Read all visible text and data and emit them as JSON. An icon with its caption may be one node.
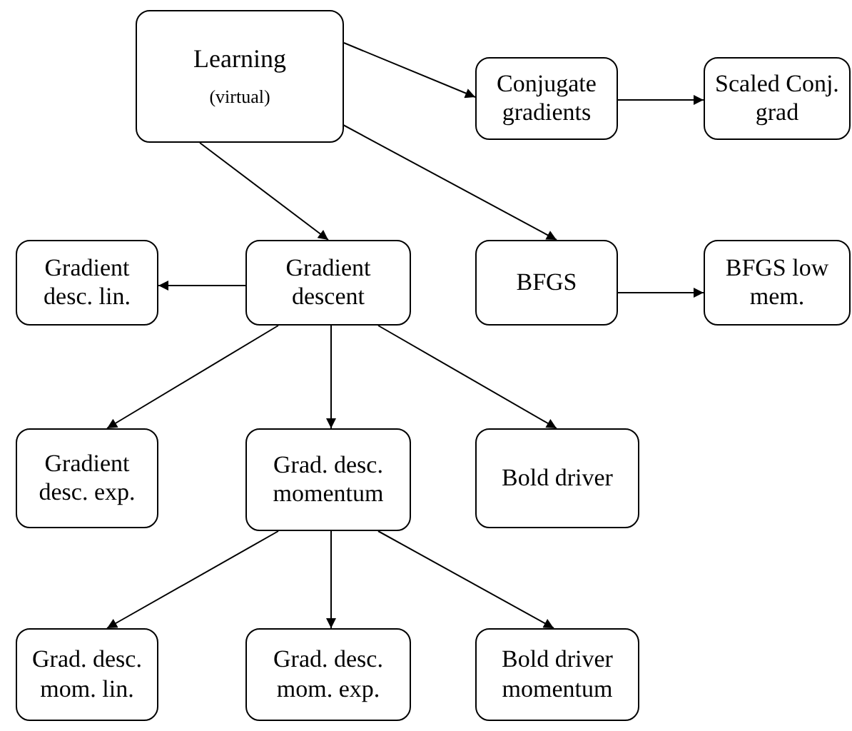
{
  "diagram": {
    "nodes": [
      {
        "text": [
          "Learning",
          "(virtual)"
        ]
      },
      {
        "text": [
          "Conjugate gradients"
        ]
      },
      {
        "text": [
          "Scaled Conj. grad"
        ]
      },
      {
        "text": [
          "Gradient desc. lin."
        ]
      },
      {
        "text": [
          "Gradient descent"
        ]
      },
      {
        "text": [
          "BFGS"
        ]
      },
      {
        "text": [
          "BFGS low mem."
        ]
      },
      {
        "text": [
          "Gradient desc. exp."
        ]
      },
      {
        "text": [
          "Grad. desc. momentum"
        ]
      },
      {
        "text": [
          "Bold driver"
        ]
      },
      {
        "text": [
          "Grad. desc. mom. lin."
        ]
      },
      {
        "text": [
          "Grad. desc. mom. exp."
        ]
      },
      {
        "text": [
          "Bold driver momentum"
        ]
      }
    ],
    "edges": [
      {
        "from": 0,
        "to": 1,
        "arrow": "to"
      },
      {
        "from": 1,
        "to": 2,
        "arrow": "to"
      },
      {
        "from": 0,
        "to": 4,
        "arrow": "to"
      },
      {
        "from": 0,
        "to": 5,
        "arrow": "to"
      },
      {
        "from": 5,
        "to": 6,
        "arrow": "to"
      },
      {
        "from": 4,
        "to": 3,
        "arrow": "to"
      },
      {
        "from": 4,
        "to": 7,
        "arrow": "to"
      },
      {
        "from": 4,
        "to": 8,
        "arrow": "to"
      },
      {
        "from": 4,
        "to": 9,
        "arrow": "to"
      },
      {
        "from": 8,
        "to": 10,
        "arrow": "to"
      },
      {
        "from": 8,
        "to": 11,
        "arrow": "to"
      },
      {
        "from": 8,
        "to": 12,
        "arrow": "to"
      }
    ]
  }
}
